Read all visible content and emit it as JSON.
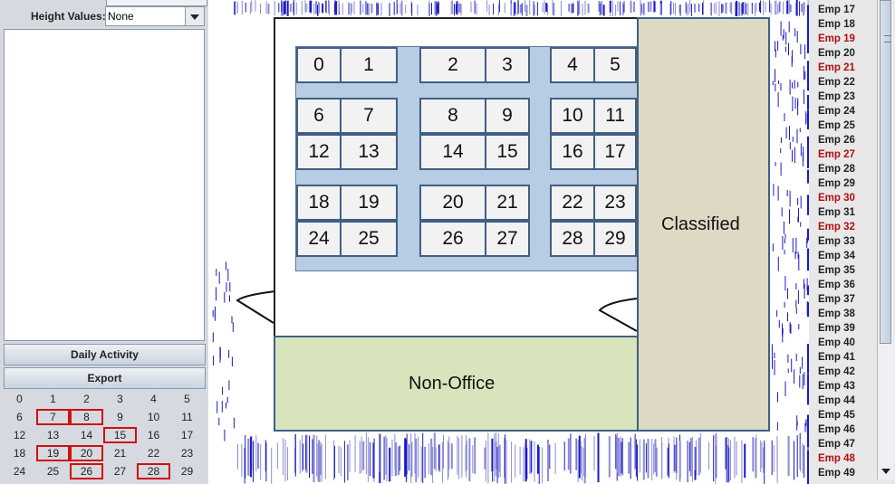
{
  "left_panel": {
    "height_values_label": "Height Values:",
    "height_values_selected": "None",
    "daily_activity_label": "Daily Activity",
    "export_label": "Export",
    "days": [
      {
        "n": "0",
        "sel": false
      },
      {
        "n": "1",
        "sel": false
      },
      {
        "n": "2",
        "sel": false
      },
      {
        "n": "3",
        "sel": false
      },
      {
        "n": "4",
        "sel": false
      },
      {
        "n": "5",
        "sel": false
      },
      {
        "n": "6",
        "sel": false
      },
      {
        "n": "7",
        "sel": true
      },
      {
        "n": "8",
        "sel": true
      },
      {
        "n": "9",
        "sel": false
      },
      {
        "n": "10",
        "sel": false
      },
      {
        "n": "11",
        "sel": false
      },
      {
        "n": "12",
        "sel": false
      },
      {
        "n": "13",
        "sel": false
      },
      {
        "n": "14",
        "sel": false
      },
      {
        "n": "15",
        "sel": true
      },
      {
        "n": "16",
        "sel": false
      },
      {
        "n": "17",
        "sel": false
      },
      {
        "n": "18",
        "sel": false
      },
      {
        "n": "19",
        "sel": true
      },
      {
        "n": "20",
        "sel": true
      },
      {
        "n": "21",
        "sel": false
      },
      {
        "n": "22",
        "sel": false
      },
      {
        "n": "23",
        "sel": false
      },
      {
        "n": "24",
        "sel": false
      },
      {
        "n": "25",
        "sel": false
      },
      {
        "n": "26",
        "sel": true
      },
      {
        "n": "27",
        "sel": false
      },
      {
        "n": "28",
        "sel": true
      },
      {
        "n": "29",
        "sel": false
      }
    ]
  },
  "floorplan": {
    "offices": [
      "0",
      "1",
      "2",
      "3",
      "4",
      "5",
      "6",
      "7",
      "8",
      "9",
      "10",
      "11",
      "12",
      "13",
      "14",
      "15",
      "16",
      "17",
      "18",
      "19",
      "20",
      "21",
      "22",
      "23",
      "24",
      "25",
      "26",
      "27",
      "28",
      "29"
    ],
    "non_office_label": "Non-Office",
    "classified_label": "Classified"
  },
  "employees": [
    {
      "name": "Emp 17",
      "highlight": false
    },
    {
      "name": "Emp 18",
      "highlight": false
    },
    {
      "name": "Emp 19",
      "highlight": true
    },
    {
      "name": "Emp 20",
      "highlight": false
    },
    {
      "name": "Emp 21",
      "highlight": true
    },
    {
      "name": "Emp 22",
      "highlight": false
    },
    {
      "name": "Emp 23",
      "highlight": false
    },
    {
      "name": "Emp 24",
      "highlight": false
    },
    {
      "name": "Emp 25",
      "highlight": false
    },
    {
      "name": "Emp 26",
      "highlight": false
    },
    {
      "name": "Emp 27",
      "highlight": true
    },
    {
      "name": "Emp 28",
      "highlight": false
    },
    {
      "name": "Emp 29",
      "highlight": false
    },
    {
      "name": "Emp 30",
      "highlight": true
    },
    {
      "name": "Emp 31",
      "highlight": false
    },
    {
      "name": "Emp 32",
      "highlight": true
    },
    {
      "name": "Emp 33",
      "highlight": false
    },
    {
      "name": "Emp 34",
      "highlight": false
    },
    {
      "name": "Emp 35",
      "highlight": false
    },
    {
      "name": "Emp 36",
      "highlight": false
    },
    {
      "name": "Emp 37",
      "highlight": false
    },
    {
      "name": "Emp 38",
      "highlight": false
    },
    {
      "name": "Emp 39",
      "highlight": false
    },
    {
      "name": "Emp 40",
      "highlight": false
    },
    {
      "name": "Emp 41",
      "highlight": false
    },
    {
      "name": "Emp 42",
      "highlight": false
    },
    {
      "name": "Emp 43",
      "highlight": false
    },
    {
      "name": "Emp 44",
      "highlight": false
    },
    {
      "name": "Emp 45",
      "highlight": false
    },
    {
      "name": "Emp 46",
      "highlight": false
    },
    {
      "name": "Emp 47",
      "highlight": false
    },
    {
      "name": "Emp 48",
      "highlight": true
    },
    {
      "name": "Emp 49",
      "highlight": false
    }
  ],
  "colors": {
    "highlight_text": "#b01010",
    "selected_day_border": "#d01010",
    "desk_area": "#b8cce4",
    "non_office": "#d8e4bc",
    "classified": "#ddd9c4",
    "activity_bar": "#1a1acc"
  }
}
